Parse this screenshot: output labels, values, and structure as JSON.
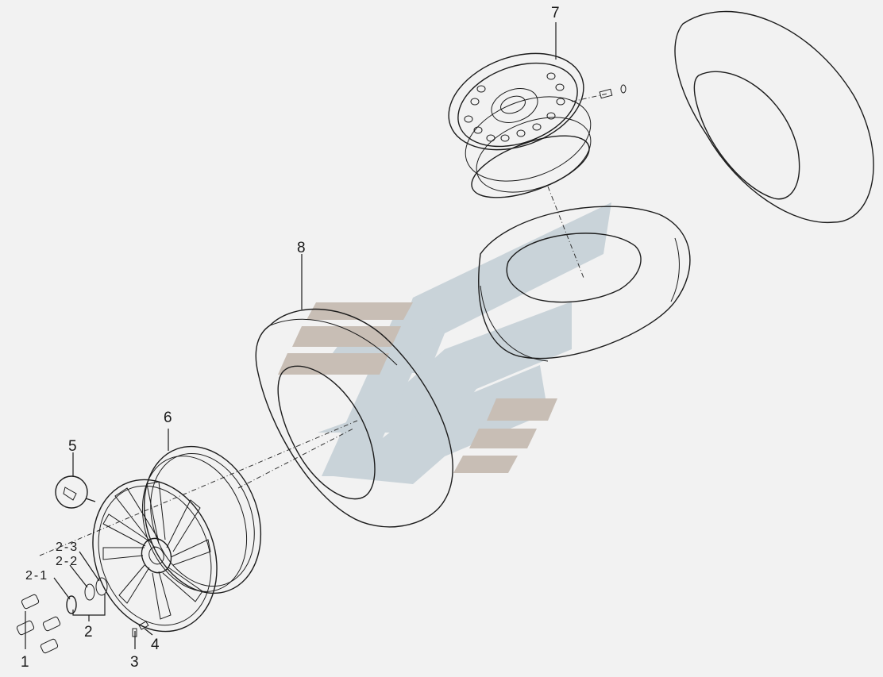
{
  "diagram": {
    "callouts": {
      "c1": "1",
      "c2": "2",
      "c2_1": "2-1",
      "c2_2": "2-2",
      "c2_3": "2-3",
      "c3": "3",
      "c4": "4",
      "c5": "5",
      "c6": "6",
      "c7": "7",
      "c8": "8"
    },
    "colors": {
      "background": "#f2f2f2",
      "line": "#1c1c1c",
      "watermark_blue": "#c9d3d9",
      "watermark_tan": "#c8beb5"
    }
  }
}
